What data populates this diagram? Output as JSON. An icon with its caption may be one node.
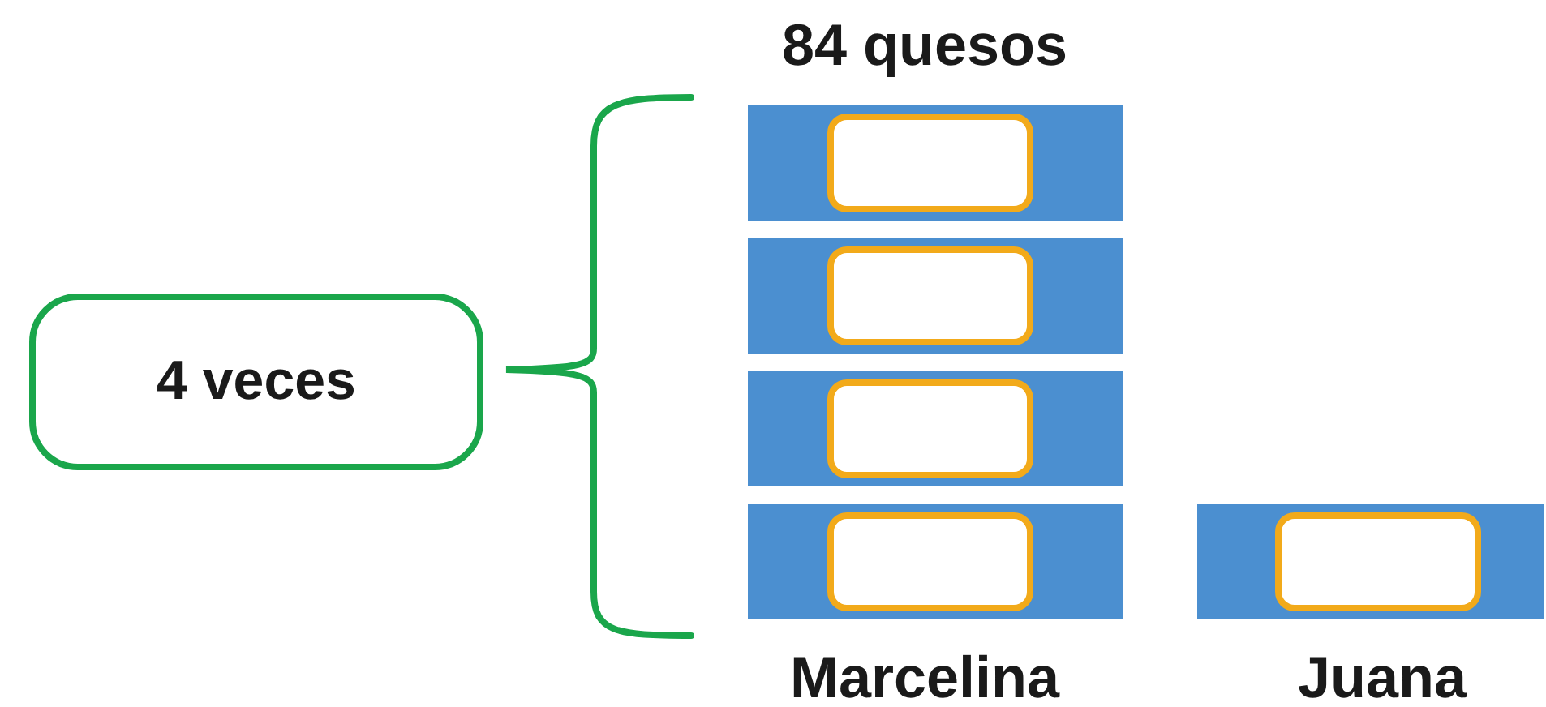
{
  "diagram": {
    "nodes": [
      {
        "text": [
          "4 veces"
        ]
      },
      {
        "text": [],
        "shape": "bar"
      },
      {
        "text": [],
        "shape": "box",
        "in": 1
      },
      {
        "text": [],
        "shape": "bar"
      },
      {
        "text": [],
        "shape": "box",
        "in": 3
      },
      {
        "text": [],
        "shape": "bar"
      },
      {
        "text": [],
        "shape": "box",
        "in": 5
      },
      {
        "text": [],
        "shape": "bar"
      },
      {
        "text": [],
        "shape": "box",
        "in": 7
      },
      {
        "text": [],
        "shape": "bar"
      },
      {
        "text": [],
        "shape": "box",
        "in": 9
      }
    ],
    "labels": [
      "84 quesos",
      "Marcelina",
      "Juana"
    ]
  }
}
